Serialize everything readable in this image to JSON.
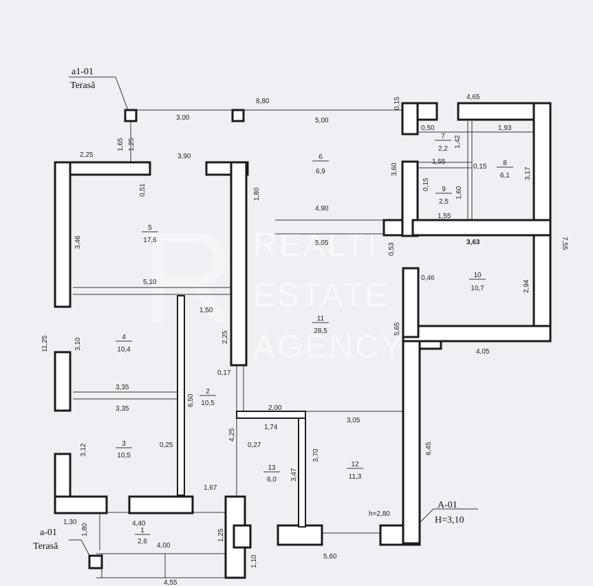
{
  "watermark": {
    "line1": "REALTI",
    "line2": "ESTATE",
    "line3": "AGENCY",
    "letter": "R"
  },
  "callouts": {
    "top_left": {
      "code": "a1-01",
      "label": "Terasă"
    },
    "bottom_left": {
      "code": "a-01",
      "label": "Terasă"
    },
    "entrance": {
      "code": "A-01",
      "height": "H=3,10"
    }
  },
  "rooms": [
    {
      "number": "1",
      "area": "2,6"
    },
    {
      "number": "2",
      "area": "10,5"
    },
    {
      "number": "3",
      "area": "10,5"
    },
    {
      "number": "4",
      "area": "10,4"
    },
    {
      "number": "5",
      "area": "17,6"
    },
    {
      "number": "6",
      "area": "6,9"
    },
    {
      "number": "7",
      "area": "2,2"
    },
    {
      "number": "8",
      "area": "6,1"
    },
    {
      "number": "9",
      "area": "2,5"
    },
    {
      "number": "10",
      "area": "10,7"
    },
    {
      "number": "11",
      "area": "28,5"
    },
    {
      "number": "12",
      "area": "11,3"
    },
    {
      "number": "13",
      "area": "6,0"
    }
  ],
  "dimensions": {
    "d_880": "8,80",
    "d_300": "3,00",
    "d_500": "5,00",
    "d_015a": "0,15",
    "d_465": "4,65",
    "d_165": "1,65",
    "d_125a": "1,25",
    "d_225": "2,25",
    "d_390": "3,90",
    "d_051": "0,51",
    "d_050": "0,50",
    "d_193": "1,93",
    "d_142": "1,42",
    "d_155a": "1,55",
    "d_015b": "0,15",
    "d_360": "3,60",
    "d_015c": "0,15",
    "d_160": "1,60",
    "d_317": "3,17",
    "d_155b": "1,55",
    "d_180": "1,80",
    "d_490": "4,90",
    "d_505": "5,05",
    "d_053": "0,53",
    "d_363": "3,63",
    "d_755": "7,55",
    "d_346": "3,46",
    "d_510": "5,10",
    "d_046": "0,46",
    "d_294": "2,94",
    "d_150": "1,50",
    "d_565": "5,65",
    "d_225b": "2,25",
    "d_1125": "11,25",
    "d_310": "3,10",
    "d_017": "0,17",
    "d_405": "4,05",
    "d_335a": "3,35",
    "d_335b": "3,35",
    "d_650": "6,50",
    "d_200": "2,00",
    "d_305": "3,05",
    "d_174": "1,74",
    "d_425": "4,25",
    "d_027": "0,27",
    "d_312": "3,12",
    "d_025": "0,25",
    "d_347": "3,47",
    "d_370": "3,70",
    "d_645": "6,45",
    "d_167": "1,67",
    "d_h280": "h=2,80",
    "d_130": "1,30",
    "d_440": "4,40",
    "d_180b": "1,80",
    "d_125b": "1,25",
    "d_400": "4,00",
    "d_110": "1,10",
    "d_560": "5,60",
    "d_455": "4,55"
  }
}
